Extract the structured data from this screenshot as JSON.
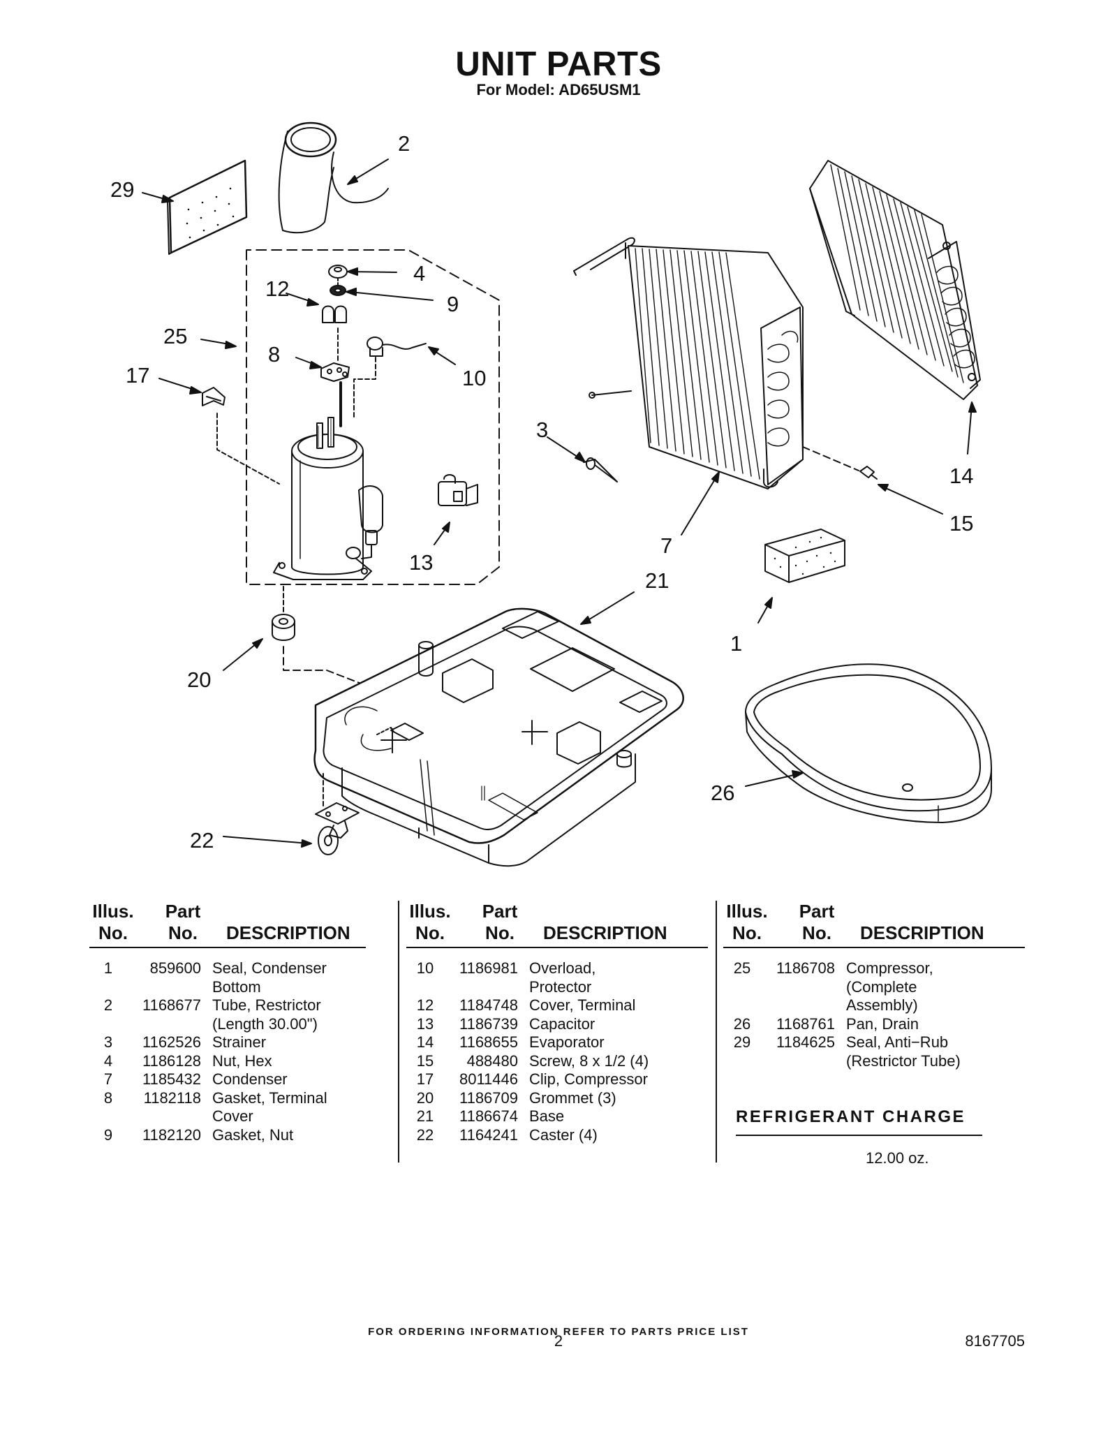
{
  "header": {
    "title": "UNIT PARTS",
    "subtitle": "For Model: AD65USM1"
  },
  "diagram": {
    "callouts": [
      "2",
      "29",
      "4",
      "12",
      "9",
      "25",
      "8",
      "10",
      "17",
      "3",
      "14",
      "15",
      "7",
      "13",
      "21",
      "1",
      "20",
      "26",
      "22"
    ]
  },
  "table": {
    "headers": {
      "illus_line1": "Illus.",
      "illus_line2": "No.",
      "part_line1": "Part",
      "part_line2": "No.",
      "description": "DESCRIPTION"
    },
    "columns": [
      [
        {
          "illus": "1",
          "part": "859600",
          "desc": "Seal, Condenser\nBottom"
        },
        {
          "illus": "2",
          "part": "1168677",
          "desc": "Tube, Restrictor\n(Length 30.00\")"
        },
        {
          "illus": "3",
          "part": "1162526",
          "desc": "Strainer"
        },
        {
          "illus": "4",
          "part": "1186128",
          "desc": "Nut, Hex"
        },
        {
          "illus": "7",
          "part": "1185432",
          "desc": "Condenser"
        },
        {
          "illus": "8",
          "part": "1182118",
          "desc": "Gasket, Terminal\nCover"
        },
        {
          "illus": "9",
          "part": "1182120",
          "desc": "Gasket, Nut"
        }
      ],
      [
        {
          "illus": "10",
          "part": "1186981",
          "desc": "Overload,\nProtector"
        },
        {
          "illus": "12",
          "part": "1184748",
          "desc": "Cover, Terminal"
        },
        {
          "illus": "13",
          "part": "1186739",
          "desc": "Capacitor"
        },
        {
          "illus": "14",
          "part": "1168655",
          "desc": "Evaporator"
        },
        {
          "illus": "15",
          "part": "488480",
          "desc": "Screw, 8 x 1/2 (4)"
        },
        {
          "illus": "17",
          "part": "8011446",
          "desc": "Clip, Compressor"
        },
        {
          "illus": "20",
          "part": "1186709",
          "desc": "Grommet (3)"
        },
        {
          "illus": "21",
          "part": "1186674",
          "desc": "Base"
        },
        {
          "illus": "22",
          "part": "1164241",
          "desc": "Caster (4)"
        }
      ],
      [
        {
          "illus": "25",
          "part": "1186708",
          "desc": "Compressor,\n(Complete\n Assembly)"
        },
        {
          "illus": "26",
          "part": "1168761",
          "desc": "Pan, Drain"
        },
        {
          "illus": "29",
          "part": "1184625",
          "desc": "Seal, Anti−Rub\n(Restrictor Tube)"
        }
      ]
    ]
  },
  "refrigerant": {
    "title": "REFRIGERANT CHARGE",
    "value": "12.00 oz."
  },
  "footer": {
    "note": "FOR ORDERING INFORMATION REFER TO PARTS PRICE LIST",
    "page": "2",
    "doc_number": "8167705"
  }
}
